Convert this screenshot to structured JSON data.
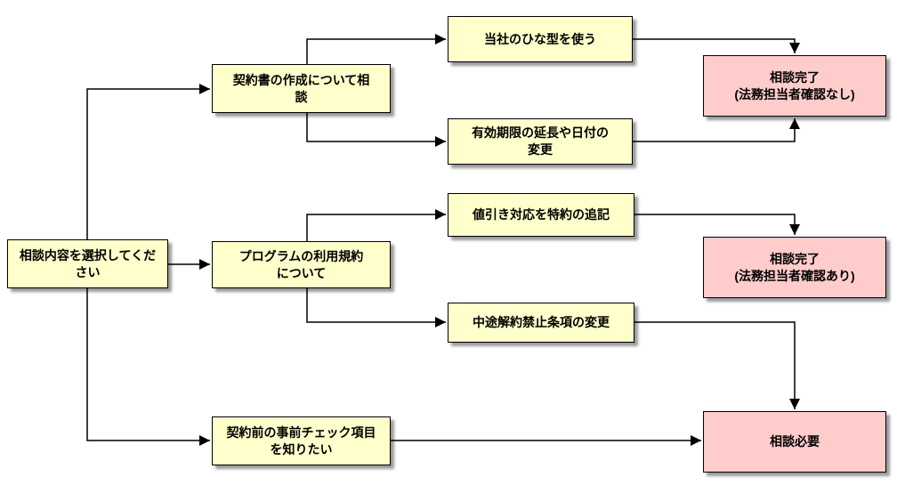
{
  "nodes": {
    "start": {
      "label": "相談内容を選択してくだ\nさい"
    },
    "contract_creation": {
      "label": "契約書の作成について相\n談"
    },
    "program_terms": {
      "label": "プログラムの利用規約\nについて"
    },
    "precheck": {
      "label": "契約前の事前チェック項目\nを知りたい"
    },
    "use_template": {
      "label": "当社のひな型を使う"
    },
    "extend_validity": {
      "label": "有効期限の延長や日付の\n変更"
    },
    "discount_clause": {
      "label": "値引き対応を特約の追記"
    },
    "cancellation_clause": {
      "label": "中途解約禁止条項の変更"
    },
    "complete_no_review": {
      "label": "相談完了\n(法務担当者確認なし)"
    },
    "complete_with_review": {
      "label": "相談完了\n(法務担当者確認あり)"
    },
    "consult_required": {
      "label": "相談必要"
    }
  },
  "edges": [
    {
      "from": "start",
      "to": "contract_creation"
    },
    {
      "from": "start",
      "to": "program_terms"
    },
    {
      "from": "start",
      "to": "precheck"
    },
    {
      "from": "contract_creation",
      "to": "use_template"
    },
    {
      "from": "contract_creation",
      "to": "extend_validity"
    },
    {
      "from": "use_template",
      "to": "complete_no_review"
    },
    {
      "from": "extend_validity",
      "to": "complete_no_review"
    },
    {
      "from": "program_terms",
      "to": "discount_clause"
    },
    {
      "from": "program_terms",
      "to": "cancellation_clause"
    },
    {
      "from": "discount_clause",
      "to": "complete_with_review"
    },
    {
      "from": "cancellation_clause",
      "to": "consult_required"
    },
    {
      "from": "precheck",
      "to": "consult_required"
    }
  ],
  "colors": {
    "step_fill": "#FFFFCC",
    "outcome_fill": "#FFCCCC",
    "line": "#000000",
    "background": "#FFFFFF"
  }
}
